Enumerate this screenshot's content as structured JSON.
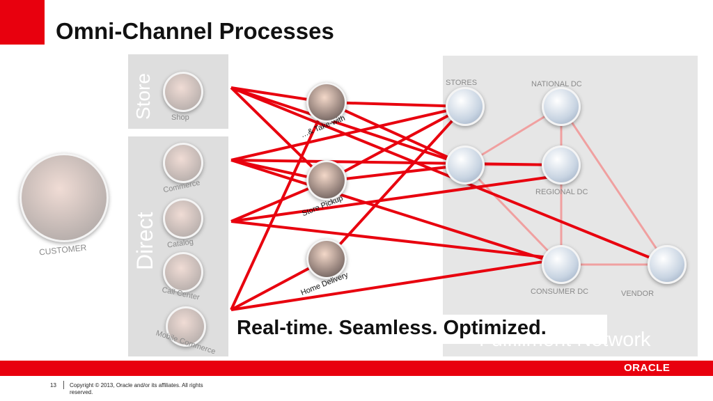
{
  "slide": {
    "title": "Omni-Channel Processes",
    "tagline": "Real-time. Seamless. Optimized.",
    "page_number": "13",
    "copyright": "Copyright © 2013, Oracle and/or its affiliates. All rights reserved.",
    "brand": "ORACLE",
    "brand_color": "#e8000e"
  },
  "customer": {
    "label": "CUSTOMER"
  },
  "channels": {
    "store_group": "Store",
    "direct_group": "Direct",
    "items": [
      {
        "label": "Shop"
      },
      {
        "label": "Commerce"
      },
      {
        "label": "Catalog"
      },
      {
        "label": "Call Center"
      },
      {
        "label": "Mobile Commerce"
      }
    ]
  },
  "fulfillment_options": [
    {
      "label": "…& Take-with"
    },
    {
      "label": "Store Pickup"
    },
    {
      "label": "Home Delivery"
    }
  ],
  "network": {
    "title": "Fulfillment Network",
    "nodes": [
      {
        "label": "STORES"
      },
      {
        "label": "NATIONAL DC"
      },
      {
        "label": "REGIONAL DC"
      },
      {
        "label": "CONSUMER DC"
      },
      {
        "label": "VENDOR"
      }
    ]
  },
  "colors": {
    "flow_line": "#e8000e",
    "network_link": "#f0a0a0"
  },
  "icons": [
    "shopper-photo-icon",
    "store-building-icon",
    "truck-warehouse-icon",
    "factory-icon"
  ]
}
